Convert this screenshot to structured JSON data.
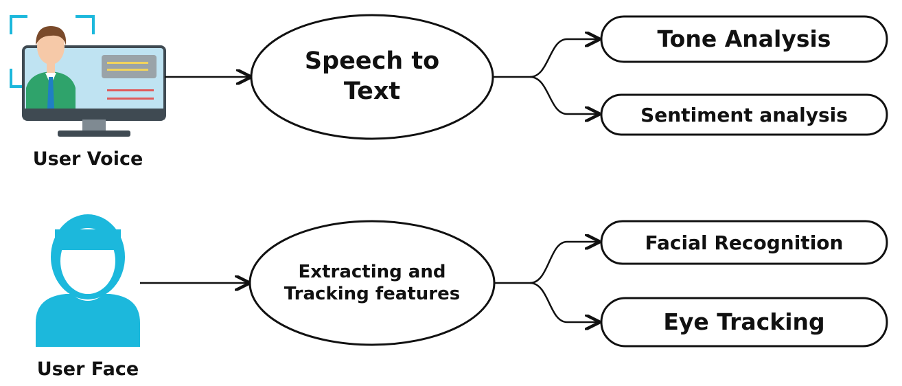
{
  "colors": {
    "stroke": "#111111",
    "accent_cyan": "#1cb8dc",
    "monitor_screen": "#bfe3f2",
    "monitor_frame": "#3f4a52",
    "suit_green": "#2fa36b",
    "skin": "#f6c9a8",
    "hair": "#7a4a2a",
    "tie": "#1f7fc4",
    "panel_gray": "#9aa3a8",
    "line_yellow": "#f2d45c",
    "line_red": "#e05a5a"
  },
  "inputs": {
    "voice_caption": "User Voice",
    "face_caption": "User Face",
    "voice_icon": "user-monitor-icon",
    "face_icon": "user-profile-icon"
  },
  "processes": {
    "speech_to_text": {
      "line1": "Speech to",
      "line2": "Text"
    },
    "extracting_features": {
      "line1": "Extracting and",
      "line2": "Tracking features"
    }
  },
  "outputs": {
    "tone_analysis": "Tone Analysis",
    "sentiment_analysis": "Sentiment analysis",
    "facial_recognition": "Facial Recognition",
    "eye_tracking": "Eye Tracking"
  }
}
